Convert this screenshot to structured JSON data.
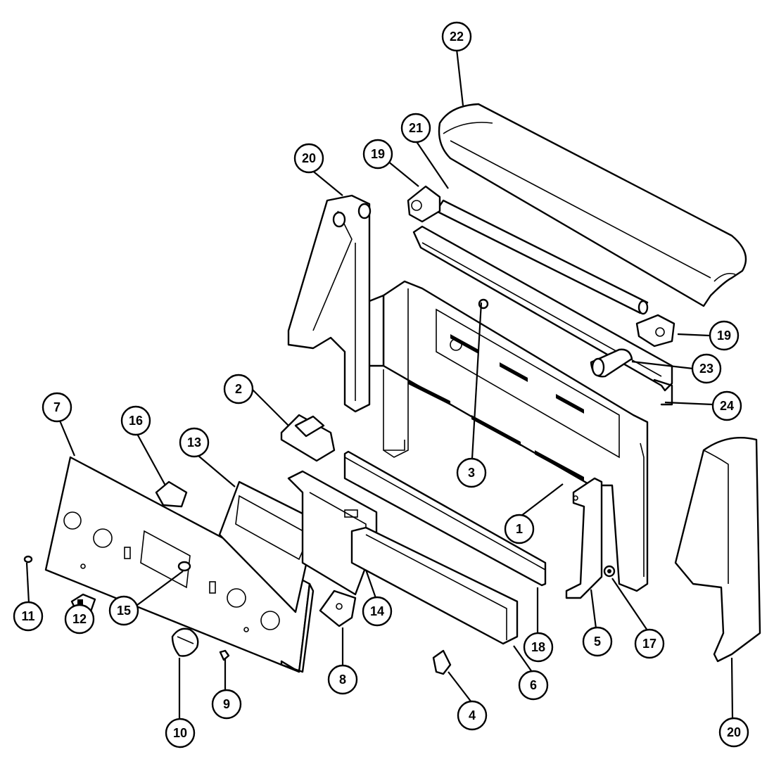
{
  "callouts": [
    {
      "id": "c22a",
      "label": "22"
    },
    {
      "id": "c21",
      "label": "21"
    },
    {
      "id": "c19a",
      "label": "19"
    },
    {
      "id": "c20a",
      "label": "20"
    },
    {
      "id": "c19b",
      "label": "19"
    },
    {
      "id": "c23",
      "label": "23"
    },
    {
      "id": "c24",
      "label": "24"
    },
    {
      "id": "c2",
      "label": "2"
    },
    {
      "id": "c7",
      "label": "7"
    },
    {
      "id": "c16",
      "label": "16"
    },
    {
      "id": "c13",
      "label": "13"
    },
    {
      "id": "c3",
      "label": "3"
    },
    {
      "id": "c1",
      "label": "1"
    },
    {
      "id": "c11",
      "label": "11"
    },
    {
      "id": "c12",
      "label": "12"
    },
    {
      "id": "c15",
      "label": "15"
    },
    {
      "id": "c14",
      "label": "14"
    },
    {
      "id": "c18",
      "label": "18"
    },
    {
      "id": "c5",
      "label": "5"
    },
    {
      "id": "c17",
      "label": "17"
    },
    {
      "id": "c8",
      "label": "8"
    },
    {
      "id": "c6",
      "label": "6"
    },
    {
      "id": "c9",
      "label": "9"
    },
    {
      "id": "c10",
      "label": "10"
    },
    {
      "id": "c4",
      "label": "4"
    },
    {
      "id": "c20b",
      "label": "20"
    }
  ]
}
